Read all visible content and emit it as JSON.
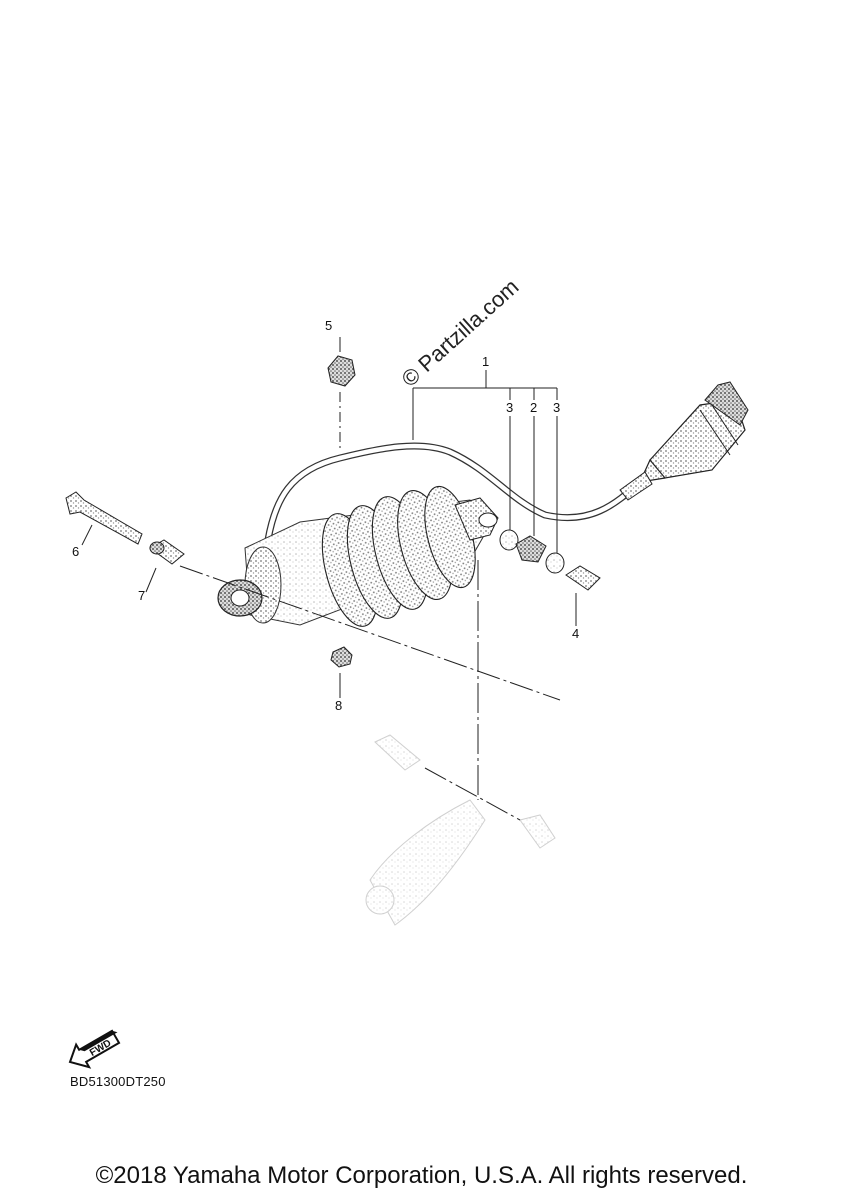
{
  "diagram": {
    "watermark": "© Partzilla.com",
    "callouts": [
      "1",
      "2",
      "3",
      "3",
      "4",
      "5",
      "6",
      "7",
      "8"
    ],
    "fwd_label": "FWD",
    "diagram_code": "BD51300DT250"
  },
  "footer": {
    "copyright": "©2018 Yamaha Motor Corporation, U.S.A. All rights reserved."
  }
}
